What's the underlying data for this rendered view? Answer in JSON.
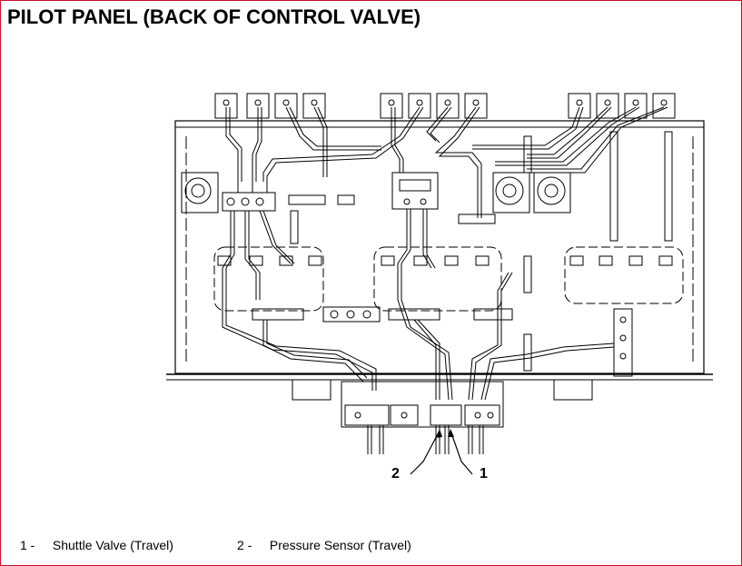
{
  "title": "PILOT PANEL (BACK OF CONTROL VALVE)",
  "callouts": [
    {
      "number": "2",
      "label": "Pressure Sensor (Travel)"
    },
    {
      "number": "1",
      "label": "Shuttle Valve (Travel)"
    }
  ],
  "legend": [
    {
      "number": "1 -",
      "text": "Shuttle Valve (Travel)"
    },
    {
      "number": "2 -",
      "text": "Pressure Sensor (Travel)"
    }
  ],
  "colors": {
    "frame": "#c8102e",
    "line": "#000000"
  }
}
